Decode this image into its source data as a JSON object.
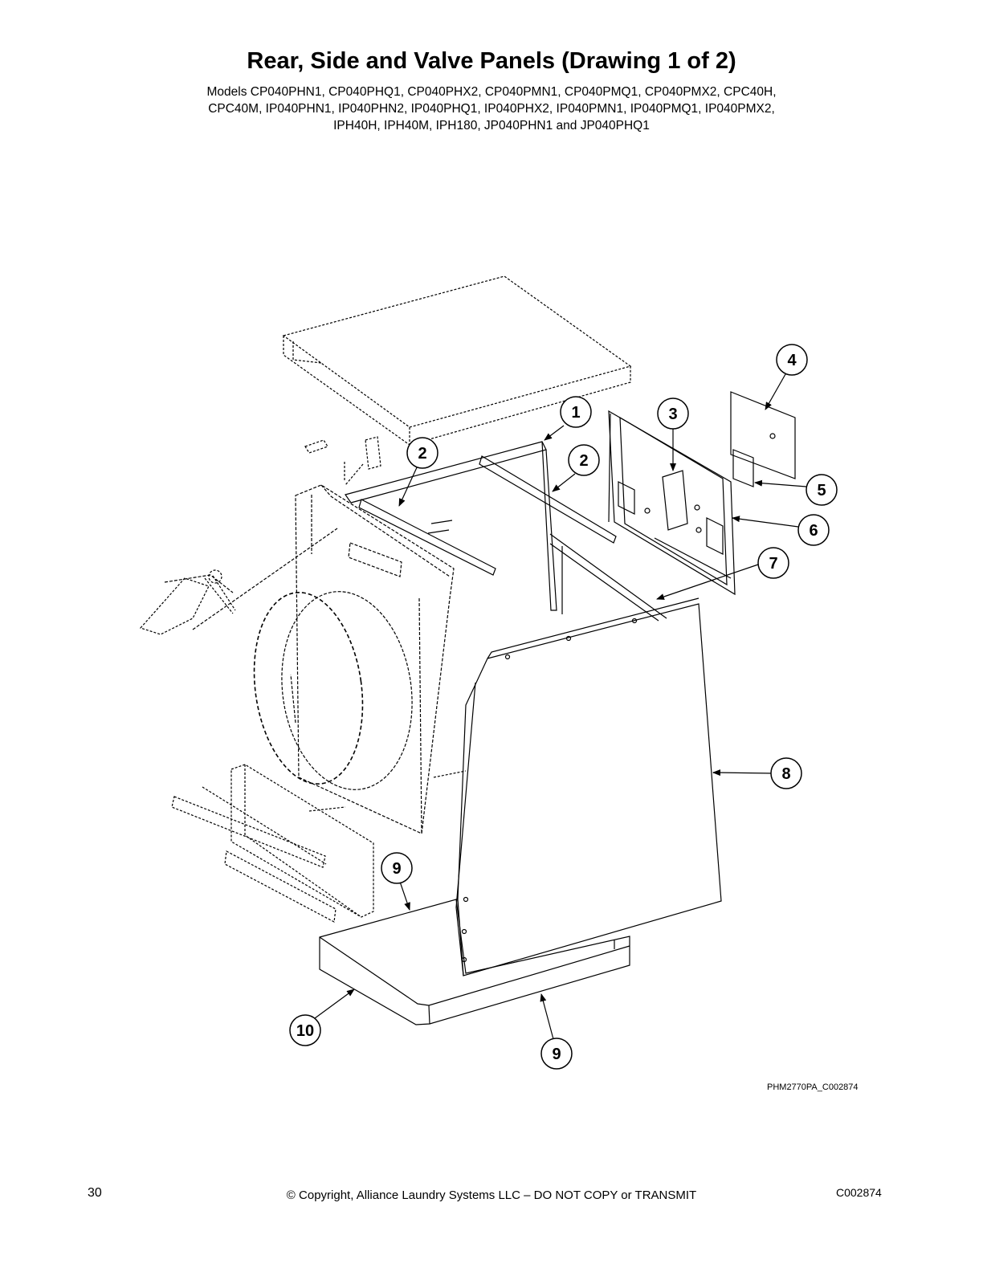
{
  "header": {
    "title": "Rear, Side and Valve Panels (Drawing 1 of 2)",
    "models_line1": "Models CP040PHN1, CP040PHQ1, CP040PHX2, CP040PMN1, CP040PMQ1, CP040PMX2, CPC40H,",
    "models_line2": "CPC40M, IP040PHN1, IP040PHN2, IP040PHQ1, IP040PHX2, IP040PMN1, IP040PMQ1, IP040PMX2,",
    "models_line3": "IPH40H, IPH40M, IPH180, JP040PHN1 and JP040PHQ1"
  },
  "callouts": {
    "c1": "1",
    "c2a": "2",
    "c2b": "2",
    "c3": "3",
    "c4": "4",
    "c5": "5",
    "c6": "6",
    "c7": "7",
    "c8": "8",
    "c9a": "9",
    "c9b": "9",
    "c10": "10"
  },
  "drawing_id": "PHM2770PA_C002874",
  "footer": {
    "page_number": "30",
    "copyright": "© Copyright, Alliance Laundry Systems LLC – DO NOT COPY or TRANSMIT",
    "doc_code": "C002874"
  }
}
